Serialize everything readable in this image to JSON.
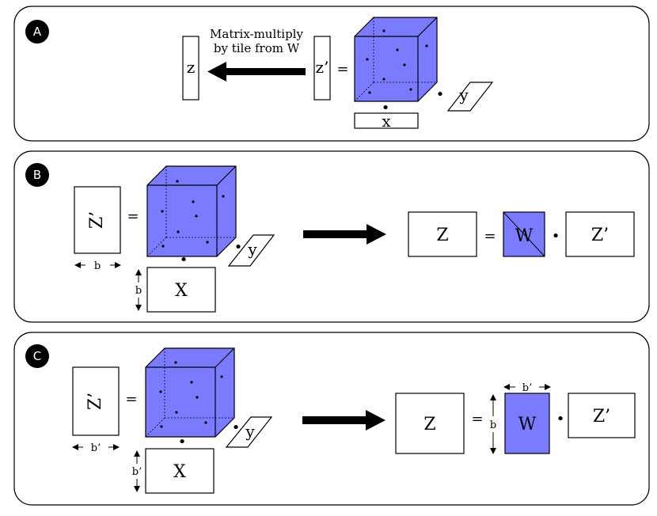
{
  "colors": {
    "cube": "#7b7bff",
    "wtile": "#7b7bff",
    "stroke": "#000000",
    "badge": "#000000"
  },
  "panel_a": {
    "badge": "A",
    "caption_line1": "Matrix-multiply",
    "caption_line2": "by tile from W",
    "z_label": "z",
    "zp_label": "z’",
    "eq": "=",
    "dot": "•",
    "y_label": "y",
    "x_label": "x"
  },
  "panel_b": {
    "badge": "B",
    "zp_label": "Z’",
    "eq": "=",
    "dot": "•",
    "y_label": "y",
    "x_label": "X",
    "dim_width": "b",
    "dim_height": "b",
    "Z_label": "Z",
    "eq2": "=",
    "W_label": "W",
    "dot2": "•",
    "zp2_label": "Z’"
  },
  "panel_c": {
    "badge": "C",
    "zp_label": "Z’",
    "eq": "=",
    "dot": "•",
    "y_label": "y",
    "x_label": "X",
    "dim_width": "b’",
    "dim_height": "b’",
    "Z_label": "Z",
    "eq2": "=",
    "W_label": "W",
    "dot2": "•",
    "zp2_label": "Z’",
    "w_dim_width": "b’",
    "w_dim_height": "b"
  }
}
